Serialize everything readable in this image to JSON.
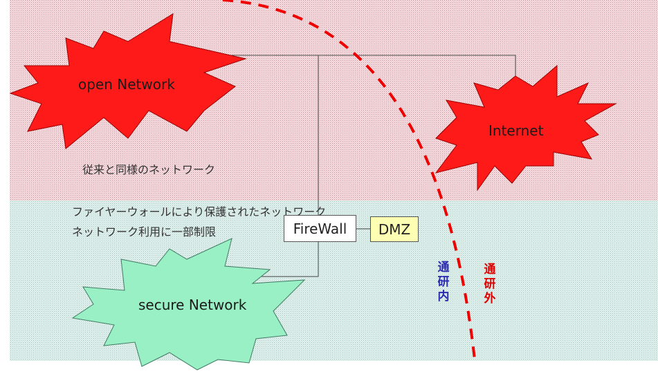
{
  "zones": {
    "open_caption": "従来と同様のネットワーク",
    "secure_caption_1": "ファイヤーウォールにより保護されたネットワーク",
    "secure_caption_2": "ネットワーク利用に一部制限"
  },
  "nodes": {
    "open_network": "open Network",
    "internet": "Internet",
    "secure_network": "secure Network",
    "firewall": "FireWall",
    "dmz": "DMZ"
  },
  "boundary": {
    "inside_label": "通研内",
    "outside_label": "通研外"
  },
  "colors": {
    "upper_zone": "#f2c6cc",
    "lower_zone": "#cfe6e2",
    "open_burst": "#ff1a1a",
    "internet_burst": "#ff1a1a",
    "secure_burst": "#99f0c4",
    "boundary_line": "#ee0000",
    "inside_label": "#2b2bb0",
    "outside_label": "#dd0000",
    "dmz_fill": "#ffffb4"
  }
}
